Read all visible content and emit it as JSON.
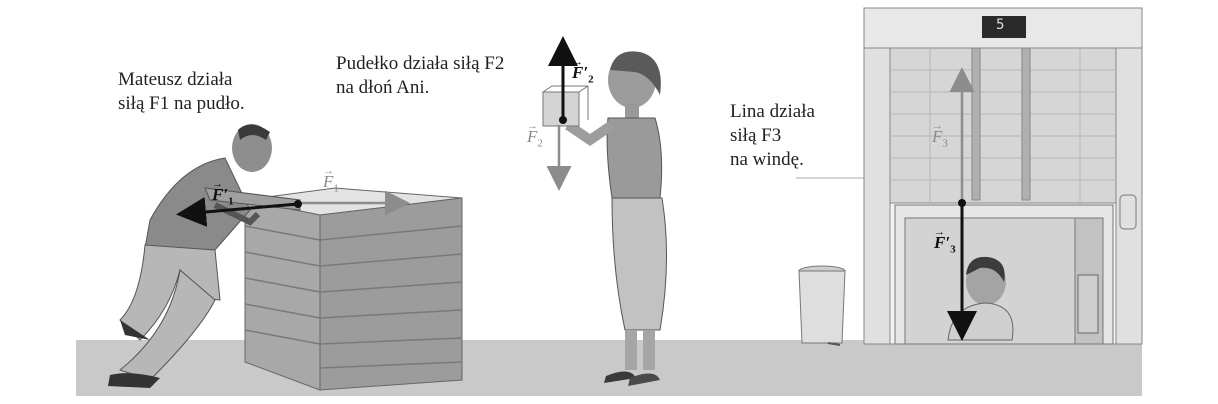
{
  "captions": {
    "mateusz": [
      "Mateusz działa",
      "siłą F1 na pudło."
    ],
    "pudelko": [
      "Pudełko działa siłą F2",
      "na dłoń Ani."
    ],
    "lina": [
      "Lina działa",
      "siłą F3",
      "na windę."
    ]
  },
  "force_labels": {
    "f1": {
      "sym": "F",
      "sub": "1"
    },
    "f1p": {
      "sym": "F",
      "sub": "1",
      "prime": "′"
    },
    "f2": {
      "sym": "F",
      "sub": "2"
    },
    "f2p": {
      "sym": "F",
      "sub": "2",
      "prime": "′"
    },
    "f3": {
      "sym": "F",
      "sub": "3"
    },
    "f3p": {
      "sym": "F",
      "sub": "3",
      "prime": "′"
    }
  },
  "elevator": {
    "floor_display": "5"
  },
  "colors": {
    "dark_arrow": "#111111",
    "grey_arrow": "#8c8c8c",
    "floor": "#c9c9c9"
  }
}
